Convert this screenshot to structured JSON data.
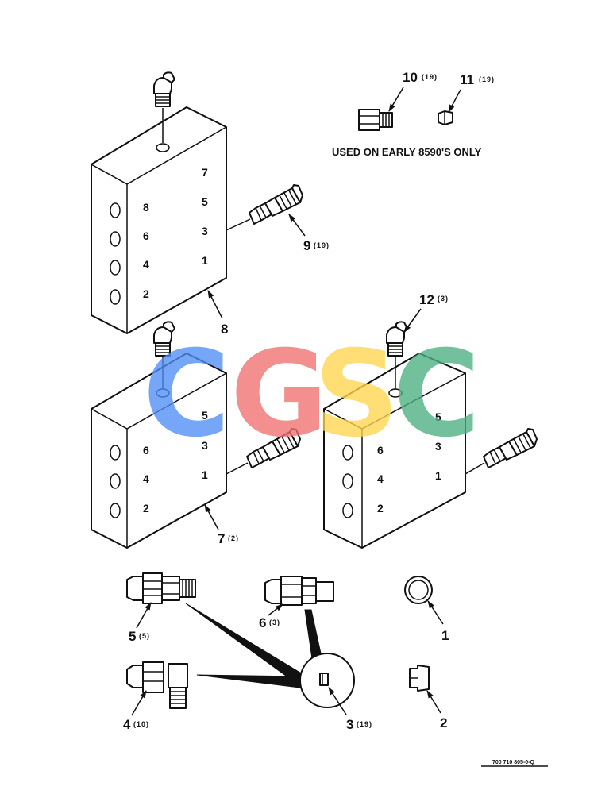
{
  "note": "USED ON EARLY 8590'S ONLY",
  "doc_number": "700 710 805-0-Q",
  "watermark": {
    "letters": [
      "C",
      "G",
      "S",
      "C"
    ],
    "colors": [
      "#4f8ef7",
      "#f07070",
      "#ffd54f",
      "#4caf82"
    ]
  },
  "block_top": {
    "ports_front": [
      "8",
      "6",
      "4",
      "2"
    ],
    "ports_side": [
      "7",
      "5",
      "3",
      "1"
    ]
  },
  "block_left": {
    "ports_front": [
      "6",
      "4",
      "2"
    ],
    "ports_side": [
      "5",
      "3",
      "1"
    ]
  },
  "block_right": {
    "ports_front": [
      "6",
      "4",
      "2"
    ],
    "ports_side": [
      "5",
      "3",
      "1"
    ]
  },
  "callouts": [
    {
      "number": "10",
      "qty": "(19)"
    },
    {
      "number": "11",
      "qty": "(19)"
    },
    {
      "number": "9",
      "qty": "(19)"
    },
    {
      "number": "8",
      "qty": ""
    },
    {
      "number": "12",
      "qty": "(3)"
    },
    {
      "number": "7",
      "qty": "(2)"
    },
    {
      "number": "5",
      "qty": "(5)"
    },
    {
      "number": "6",
      "qty": "(3)"
    },
    {
      "number": "1",
      "qty": ""
    },
    {
      "number": "4",
      "qty": "(10)"
    },
    {
      "number": "3",
      "qty": "(19)"
    },
    {
      "number": "2",
      "qty": ""
    }
  ]
}
